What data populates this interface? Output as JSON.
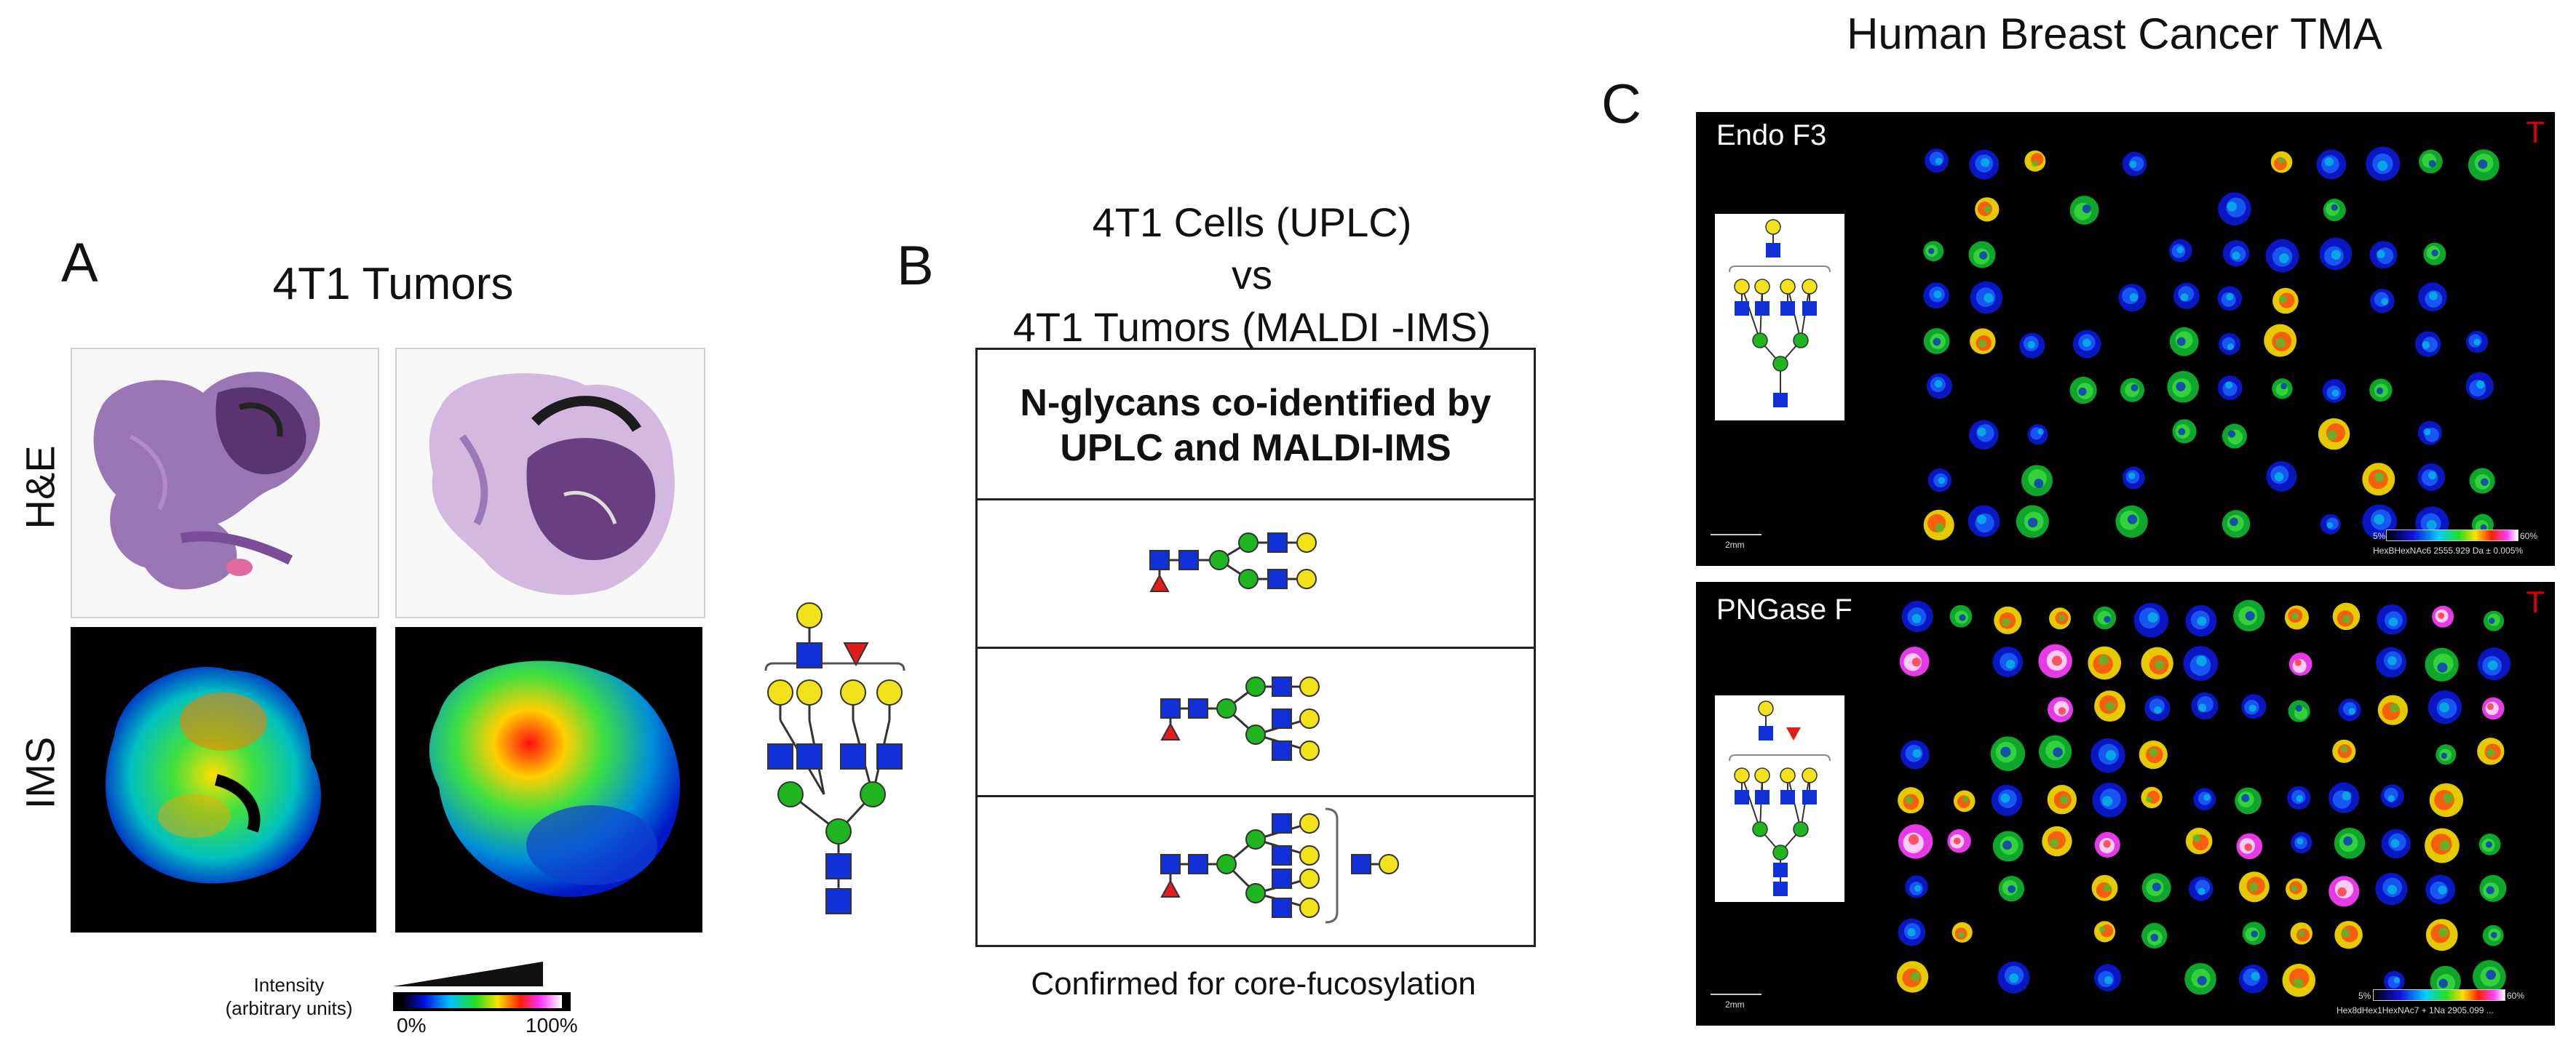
{
  "panel_a": {
    "letter": "A",
    "title": "4T1 Tumors",
    "row_labels": [
      "H&E",
      "IMS"
    ],
    "intensity_label_line1": "Intensity",
    "intensity_label_line2": "(arbitrary units)",
    "scale_min": "0%",
    "scale_max": "100%"
  },
  "panel_b": {
    "letter": "B",
    "title_line1": "4T1 Cells (UPLC)",
    "title_line2": "vs",
    "title_line3": "4T1 Tumors (MALDI -IMS)",
    "table_header_line1": "N-glycans co-identified by",
    "table_header_line2": "UPLC and MALDI-IMS",
    "footer": "Confirmed for core-fucosylation"
  },
  "panel_c": {
    "letter": "C",
    "title": "Human Breast Cancer TMA",
    "top_panel": {
      "label": "Endo F3",
      "marker": "T",
      "scale_bar": "2mm",
      "scale_min": "5%",
      "scale_max": "60%",
      "annotation": "HexBHexNAc6 2555.929 Da ± 0.005%"
    },
    "bottom_panel": {
      "label": "PNGase F",
      "marker": "T",
      "scale_bar": "2mm",
      "scale_min": "5%",
      "scale_max": "60%",
      "annotation": "Hex8dHex1HexNAc7 + 1Na 2905.099 ..."
    }
  },
  "colors": {
    "mannose_green": "#1fb51f",
    "galactose_yellow": "#f2e21a",
    "glcnac_blue": "#1230d8",
    "fucose_red": "#e31b1b",
    "he_purple": "#8a5fa8"
  }
}
